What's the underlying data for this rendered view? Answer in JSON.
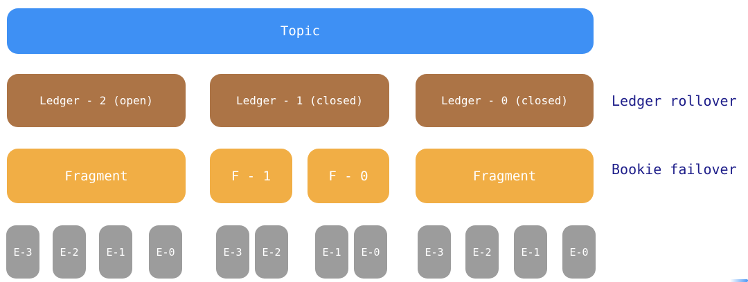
{
  "diagram": {
    "topic": {
      "label": "Topic"
    },
    "ledgers": {
      "side_label": "Ledger rollover",
      "items": [
        {
          "label": "Ledger - 2 (open)"
        },
        {
          "label": "Ledger - 1 (closed)"
        },
        {
          "label": "Ledger - 0 (closed)"
        }
      ]
    },
    "fragments": {
      "side_label": "Bookie failover",
      "items": [
        {
          "label": "Fragment"
        },
        {
          "label": "F - 1"
        },
        {
          "label": "F - 0"
        },
        {
          "label": "Fragment"
        }
      ]
    },
    "entries": {
      "groups": [
        {
          "items": [
            {
              "label": "E-3"
            },
            {
              "label": "E-2"
            },
            {
              "label": "E-1"
            },
            {
              "label": "E-0"
            }
          ]
        },
        {
          "items": [
            {
              "label": "E-3"
            },
            {
              "label": "E-2"
            },
            {
              "label": "E-1"
            },
            {
              "label": "E-0"
            }
          ]
        },
        {
          "items": [
            {
              "label": "E-3"
            },
            {
              "label": "E-2"
            },
            {
              "label": "E-1"
            },
            {
              "label": "E-0"
            }
          ]
        }
      ]
    },
    "colors": {
      "topic_blue": "#3E90F4",
      "ledger_brown": "#AC7446",
      "fragment_orange": "#F1AE45",
      "entry_gray": "#9C9C9C",
      "label_navy": "#1E1E8A"
    }
  }
}
